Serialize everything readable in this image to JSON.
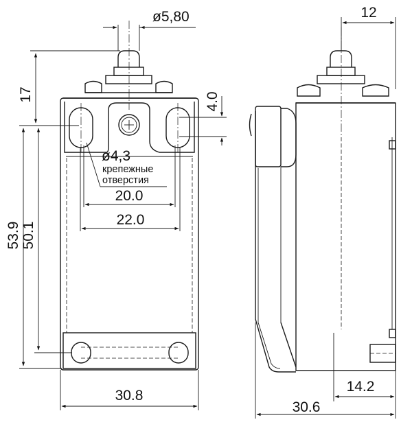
{
  "front_view": {
    "plunger_diameter": "ø5,80",
    "height_plunger": "17",
    "hole_offset": "4.0",
    "hole_diameter": "ø4,3",
    "hole_note_line1": "крепежные",
    "hole_note_line2": "отверстия",
    "hole_spacing_inner": "20.0",
    "hole_spacing_outer": "22.0",
    "total_height": "53.9",
    "mount_height": "50.1",
    "width": "30.8"
  },
  "side_view": {
    "top_offset": "12",
    "bottom_offset": "14.2",
    "depth": "30.6"
  }
}
